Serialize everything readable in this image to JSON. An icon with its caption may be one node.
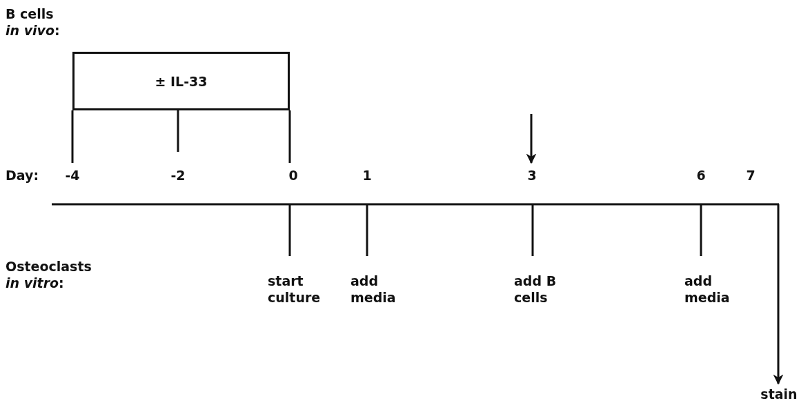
{
  "diagram": {
    "nodes": [
      {
        "text": [
          "± IL-33"
        ]
      },
      {
        "text": [
          "stain"
        ]
      }
    ],
    "edges": [
      {
        "from": null,
        "to": 1,
        "arrow": "to"
      }
    ],
    "labels": [
      "B cells *in vivo*:",
      "Day:",
      "-4",
      "-2",
      "0",
      "1",
      "3",
      "6",
      "7",
      "Osteoclasts *in vitro*:",
      "start culture",
      "add media",
      "add B cells",
      "add media"
    ]
  }
}
